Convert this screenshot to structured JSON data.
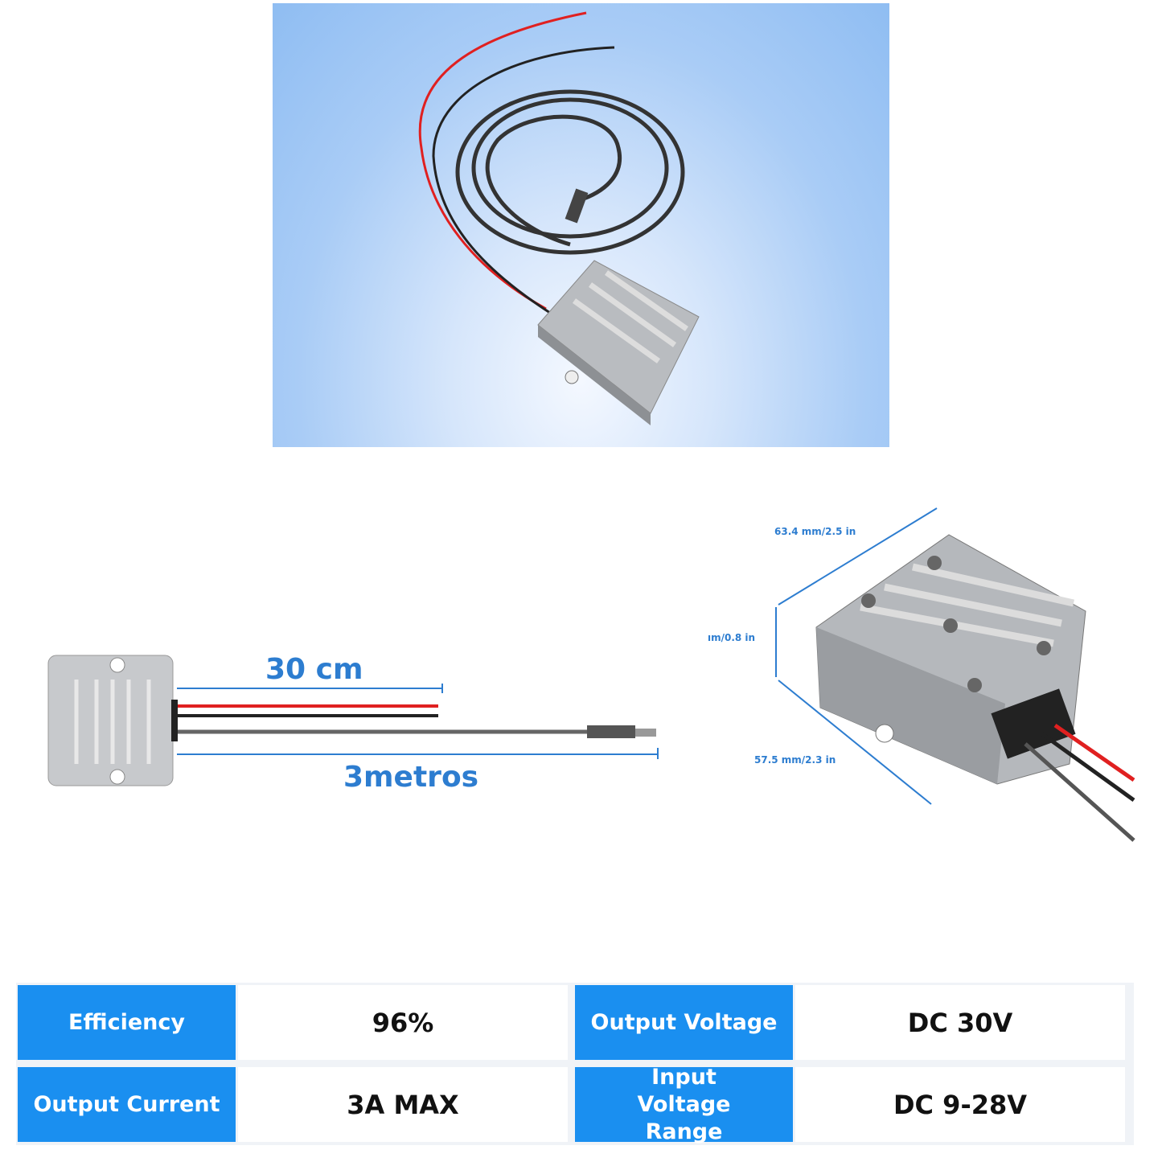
{
  "top_image": {
    "icon": "dc-converter-with-cable-photo"
  },
  "cable_diagram": {
    "short_cable_length": "30 cm",
    "long_cable_length": "3metros"
  },
  "dimensions": {
    "length": "63.4 mm/2.5 in",
    "height": "ım/0.8 in",
    "width": "57.5 mm/2.3 in"
  },
  "specs": [
    {
      "label": "Efficiency",
      "value": "96%"
    },
    {
      "label": "Output Voltage",
      "value": "DC 30V"
    },
    {
      "label": "Output Current",
      "value": "3A MAX"
    },
    {
      "label": "Input Voltage Range",
      "value": "DC 9-28V"
    }
  ],
  "colors": {
    "accent": "#1a8ff0",
    "dimension": "#2d7dd0"
  }
}
